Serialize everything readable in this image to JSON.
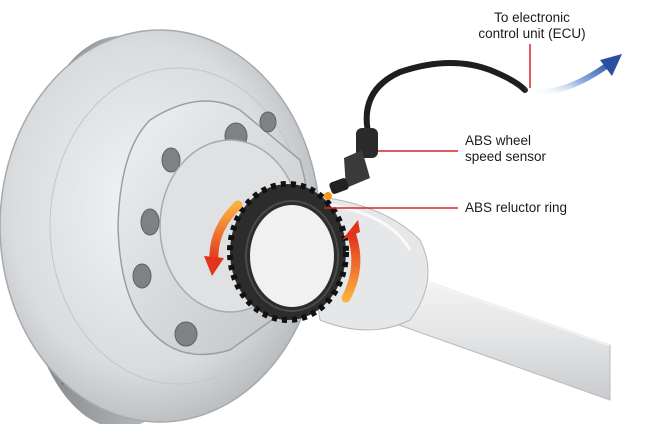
{
  "labels": {
    "ecu_line1": "To electronic",
    "ecu_line2": "control unit (ECU)",
    "sensor_line1": "ABS wheel",
    "sensor_line2": "speed sensor",
    "reluctor": "ABS reluctor ring"
  },
  "colors": {
    "leader_line": "#d9232a",
    "arrow_orange": "#f7941d",
    "arrow_red": "#e2341d",
    "signal_arrow": "#2a4fa0",
    "metal_light": "#e9eaeb",
    "metal_mid": "#c7c9cb",
    "metal_dark": "#8d9093",
    "reluctor_ring": "#2c2c2c",
    "cable": "#1e1e1e"
  }
}
